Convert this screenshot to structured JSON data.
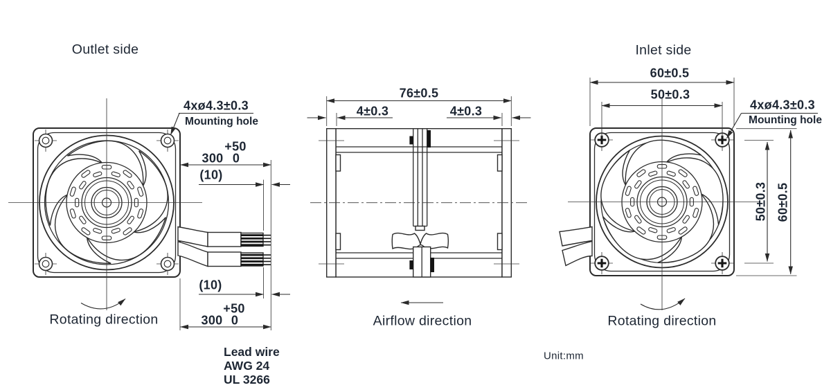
{
  "drawing": {
    "unit_label": "Unit:mm",
    "titles": {
      "outlet": "Outlet side",
      "inlet": "Inlet side"
    },
    "direction_labels": {
      "rotating_outlet": "Rotating direction",
      "airflow": "Airflow direction",
      "rotating_inlet": "Rotating direction"
    },
    "mounting_hole": {
      "spec": "4xø4.3±0.3",
      "label": "Mounting hole"
    },
    "dimensions": {
      "lead_length": "300",
      "lead_tol_plus": "+50",
      "lead_tol_zero": "0",
      "lead_strip": "(10)",
      "depth": "76±0.5",
      "flange_thickness": "4±0.3",
      "frame_size": "60±0.5",
      "hole_pitch": "50±0.3"
    },
    "lead_wire": {
      "line1": "Lead wire",
      "line2": "AWG 24",
      "line3": "UL 3266"
    },
    "colors": {
      "line": "#2b2b2b",
      "text": "#1d2633",
      "background": "#ffffff"
    }
  }
}
